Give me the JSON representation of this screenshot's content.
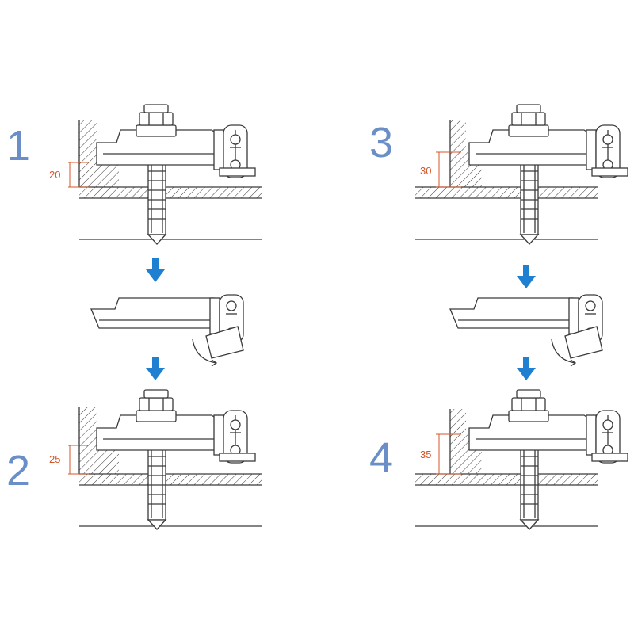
{
  "steps": [
    {
      "number": "1",
      "dimension": "20"
    },
    {
      "number": "2",
      "dimension": "25"
    },
    {
      "number": "3",
      "dimension": "30"
    },
    {
      "number": "4",
      "dimension": "35"
    }
  ],
  "colors": {
    "step_number": "#6a8fc8",
    "dimension": "#d4562a",
    "arrow": "#1f7fd0",
    "line": "#3a3a3a"
  }
}
